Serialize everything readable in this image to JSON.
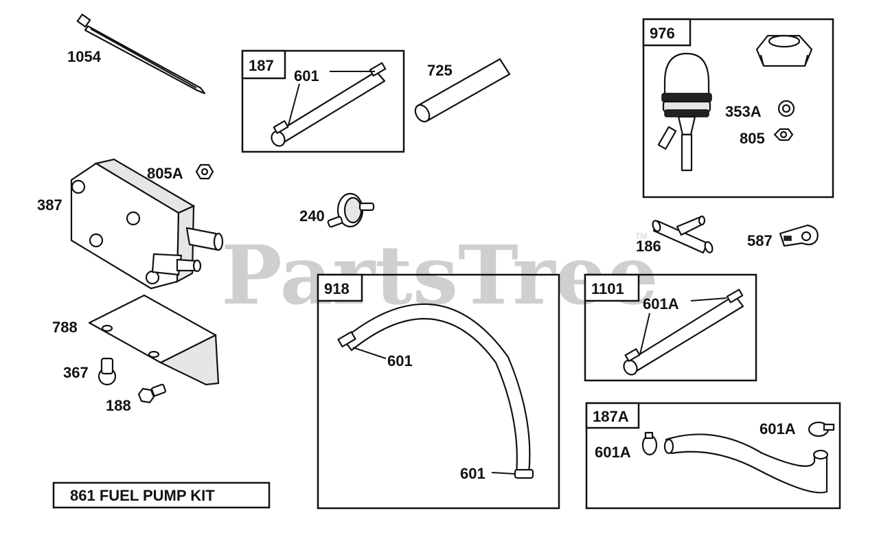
{
  "watermark": {
    "text": "PartsTree",
    "trademark": "TM"
  },
  "kit_label": "861 FUEL PUMP KIT",
  "boxes": {
    "b187": "187",
    "b976": "976",
    "b918": "918",
    "b1101": "1101",
    "b187a": "187A"
  },
  "labels": {
    "l1054": "1054",
    "l601_187": "601",
    "l725": "725",
    "l353a": "353A",
    "l805": "805",
    "l805a": "805A",
    "l387": "387",
    "l240": "240",
    "l186": "186",
    "l587": "587",
    "l788": "788",
    "l367": "367",
    "l188": "188",
    "l601_918a": "601",
    "l601_918b": "601",
    "l601a_1101": "601A",
    "l601a_187a_r": "601A",
    "l601a_187a_l": "601A"
  }
}
